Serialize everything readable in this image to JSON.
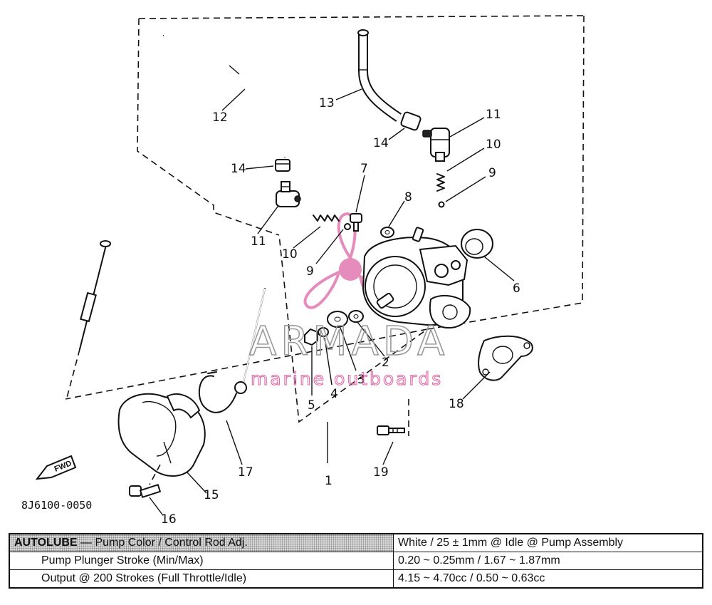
{
  "diagram": {
    "callouts": [
      "1",
      "2",
      "3",
      "4",
      "5",
      "6",
      "7",
      "8",
      "9",
      "9",
      "10",
      "10",
      "11",
      "11",
      "12",
      "13",
      "14",
      "14",
      "15",
      "16",
      "17",
      "18",
      "19"
    ],
    "drawing_code": "8J6100-0050",
    "fwd_label": "FWD"
  },
  "watermark": {
    "brand": "ARMADA",
    "tagline": "marine outboards"
  },
  "spec_table": {
    "rows": [
      {
        "label_bold": "AUTOLUBE",
        "label_rest": " — Pump Color / Control Rod Adj.",
        "value": "White / 25 ± 1mm @ Idle @ Pump Assembly"
      },
      {
        "label": "Pump Plunger Stroke (Min/Max)",
        "value": "0.20 ~ 0.25mm / 1.67 ~ 1.87mm"
      },
      {
        "label": "Output @ 200 Strokes (Full Throttle/Idle)",
        "value": "4.15 ~ 4.70cc / 0.50 ~ 0.63cc"
      }
    ]
  }
}
